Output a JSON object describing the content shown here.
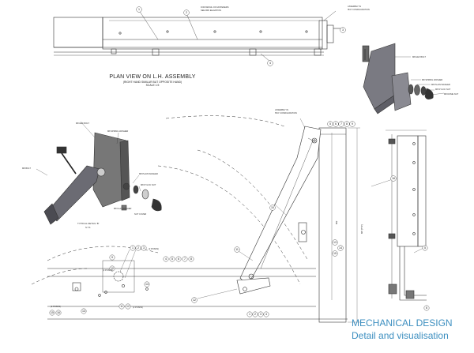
{
  "top_notes": {
    "note_left_1": "FOR DETAIL OF FASTENERS",
    "note_left_2": "SEE 3RD ELEVATION",
    "note_right_1": "ASSEMBLY IN",
    "note_right_2": "'B/O' CONFIGURATION"
  },
  "plan_view": {
    "title": "PLAN VIEW ON L.H. ASSEMBLY",
    "sub1": "(RIGHT HAND SIMILAR BUT OPPOSITE HAND)",
    "sub2": "SCALE 1:5"
  },
  "assembly_note": {
    "line1": "ASSEMBLY IN",
    "line2": "'B/O' CONFIGURATION"
  },
  "detail_b": {
    "title": "TYPICAL DETAIL 'B'",
    "scale": "N.T.S"
  },
  "part_callouts": {
    "hex_bolt": "M8 HEX BOLT",
    "spring_washer": "M8 SPRING WASHER",
    "plain_washer": "M8 PLAIN WASHER",
    "nylon_nut": "M8 NYLOC NUT",
    "cap_nut": "M8 DOME NUT",
    "flat_washer": "M8 FLAT WASHER",
    "nut_cover": "NUT COVER",
    "bolt_label": "M8 BOLT"
  },
  "qty_labels": {
    "two_posns_a": "(2 POSNS)",
    "two_posns_b": "(2 POSNS)",
    "two_posns_c": "(2 POSNS)",
    "two_posns_d": "(2 POSNS)"
  },
  "dims": {
    "height_1": "862",
    "height_2": "887 [TYP]"
  },
  "balloons": {
    "b1": "1",
    "b2": "2",
    "b3": "3",
    "b4": "4",
    "b5": "5",
    "b6": "6",
    "b7": "7",
    "b8": "8",
    "b9": "9",
    "b10": "10",
    "b11": "11",
    "b12": "12",
    "b13": "13",
    "b14": "14",
    "b15": "15",
    "b16": "16"
  },
  "caption": {
    "line1": "MECHANICAL DESIGN",
    "line2": "Detail and visualisation",
    "color": "#3d8fc0"
  }
}
